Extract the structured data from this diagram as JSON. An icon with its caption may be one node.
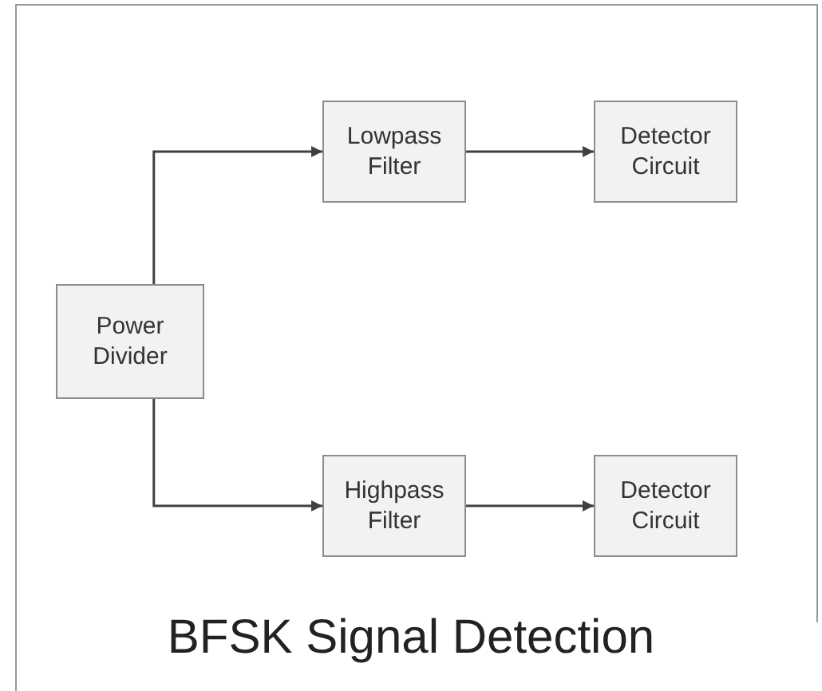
{
  "diagram": {
    "title": "BFSK Signal Detection",
    "nodes": [
      {
        "text": [
          "Power Divider"
        ]
      },
      {
        "text": [
          "Lowpass Filter"
        ]
      },
      {
        "text": [
          "Detector Circuit"
        ]
      },
      {
        "text": [
          "Highpass Filter"
        ]
      },
      {
        "text": [
          "Detector Circuit"
        ]
      }
    ],
    "edges": [
      {
        "from": 0,
        "to": 1,
        "arrow": "to"
      },
      {
        "from": 1,
        "to": 2,
        "arrow": "to"
      },
      {
        "from": 0,
        "to": 3,
        "arrow": "to"
      },
      {
        "from": 3,
        "to": 4,
        "arrow": "to"
      }
    ]
  }
}
